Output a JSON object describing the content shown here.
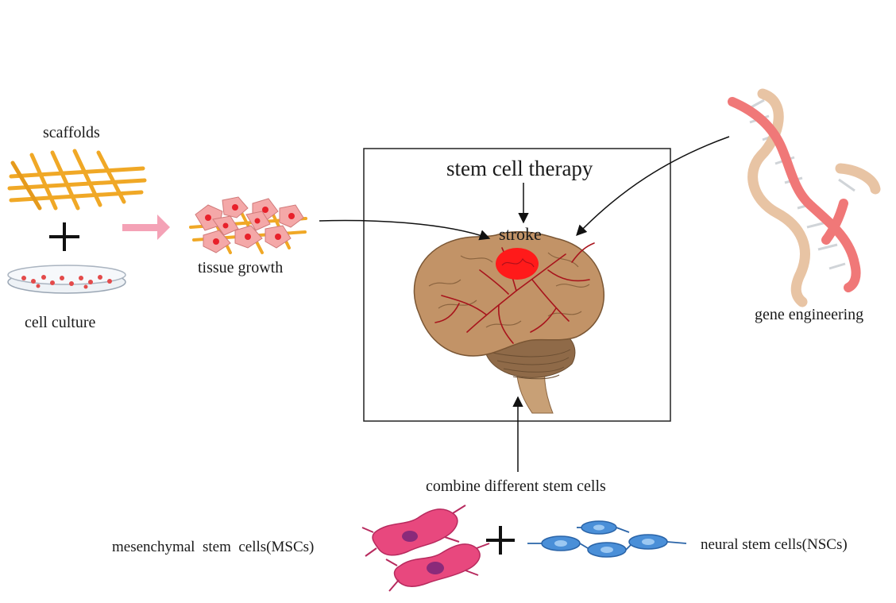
{
  "diagram": {
    "center": {
      "title": "stem cell therapy",
      "target": "stroke"
    },
    "left": {
      "scaffolds": "scaffolds",
      "cell_culture": "cell culture",
      "tissue_growth": "tissue growth"
    },
    "right": {
      "gene_engineering": "gene engineering"
    },
    "bottom": {
      "combine": "combine different stem cells",
      "msc": "mesenchymal  stem  cells(MSCs)",
      "nsc": "neural stem cells(NSCs)"
    },
    "icons": [
      "scaffold-icon",
      "plus-icon",
      "petri-dish-icon",
      "pink-arrow-icon",
      "tissue-growth-icon",
      "brain-icon",
      "stroke-lesion-icon",
      "dna-helix-icon",
      "msc-cell-icon",
      "nsc-cell-icon"
    ],
    "colors": {
      "scaffold": "#f0a826",
      "tissue_cell": "#f4a8a8",
      "nucleus": "#e8202a",
      "brain": "#c29367",
      "vessel": "#a8141c",
      "lesion": "#ff1a1a",
      "dna_pink": "#f07878",
      "dna_tan": "#e8c4a4",
      "msc": "#e8487e",
      "nsc": "#4a8fd8",
      "arrow_pink": "#f4a2b6"
    }
  }
}
